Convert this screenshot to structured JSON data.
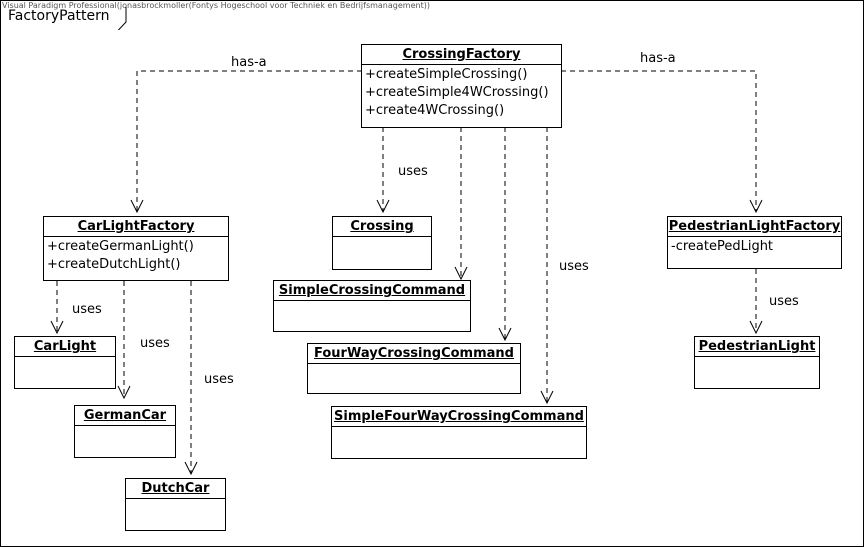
{
  "watermark": "Visual Paradigm Professional(jonasbrockmoller(Fontys Hogeschool voor Techniek en Bedrijfsmanagement))",
  "frame_title": "FactoryPattern",
  "classes": {
    "crossing_factory": {
      "name": "CrossingFactory",
      "ops": [
        "+createSimpleCrossing()",
        "+createSimple4WCrossing()",
        "+create4WCrossing()"
      ]
    },
    "carlight_factory": {
      "name": "CarLightFactory",
      "ops": [
        "+createGermanLight()",
        "+createDutchLight()"
      ]
    },
    "pedlight_factory": {
      "name": "PedestrianLightFactory",
      "ops": [
        "-createPedLight"
      ]
    },
    "crossing": {
      "name": "Crossing"
    },
    "simple_crossing_command": {
      "name": "SimpleCrossingCommand"
    },
    "four_way_crossing_command": {
      "name": "FourWayCrossingCommand"
    },
    "simple_four_way_crossing_command": {
      "name": "SimpleFourWayCrossingCommand"
    },
    "car_light": {
      "name": "CarLight"
    },
    "german_car": {
      "name": "GermanCar"
    },
    "dutch_car": {
      "name": "DutchCar"
    },
    "pedestrian_light": {
      "name": "PedestrianLight"
    }
  },
  "edge_labels": {
    "has_a_left": "has-a",
    "has_a_right": "has-a",
    "uses_crossing": "uses",
    "uses_commands": "uses",
    "uses_carlight": "uses",
    "uses_german": "uses",
    "uses_dutch": "uses",
    "uses_pedlight": "uses"
  }
}
